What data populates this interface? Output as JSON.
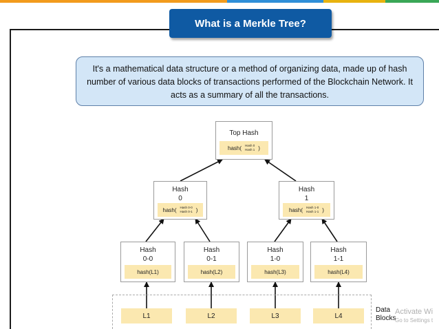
{
  "title": "What is a Merkle Tree?",
  "description": "It's a mathematical data structure or a method of organizing data, made up of hash number of various data blocks of transactions performed of the Blockchain Network. It acts as a summary of all the transactions.",
  "tree": {
    "top": {
      "label": "Top Hash",
      "hash_prefix": "hash(",
      "inner_top": "Hash 0",
      "inner_bottom": "Hash 1",
      "hash_suffix": ")"
    },
    "hash0": {
      "label_line1": "Hash",
      "label_line2": "0",
      "hash_prefix": "hash(",
      "inner_top": "Hash 0-0",
      "inner_bottom": "Hash 0-1",
      "hash_suffix": ")"
    },
    "hash1": {
      "label_line1": "Hash",
      "label_line2": "1",
      "hash_prefix": "hash(",
      "inner_top": "Hash 1-0",
      "inner_bottom": "Hash 1-1",
      "hash_suffix": ")"
    },
    "leaves": [
      {
        "label_line1": "Hash",
        "label_line2": "0-0",
        "hash": "hash(L1)"
      },
      {
        "label_line1": "Hash",
        "label_line2": "0-1",
        "hash": "hash(L2)"
      },
      {
        "label_line1": "Hash",
        "label_line2": "1-0",
        "hash": "hash(L3)"
      },
      {
        "label_line1": "Hash",
        "label_line2": "1-1",
        "hash": "hash(L4)"
      }
    ],
    "blocks": [
      "L1",
      "L2",
      "L3",
      "L4"
    ],
    "data_blocks_line1": "Data",
    "data_blocks_line2": "Blocks"
  },
  "watermark": {
    "line1": "Activate Wi",
    "line2": "Go to Settings t"
  },
  "colors": {
    "title_bg": "#0f5aa3",
    "desc_bg": "#d3e6f7",
    "hash_fill": "#fbe8b0"
  }
}
